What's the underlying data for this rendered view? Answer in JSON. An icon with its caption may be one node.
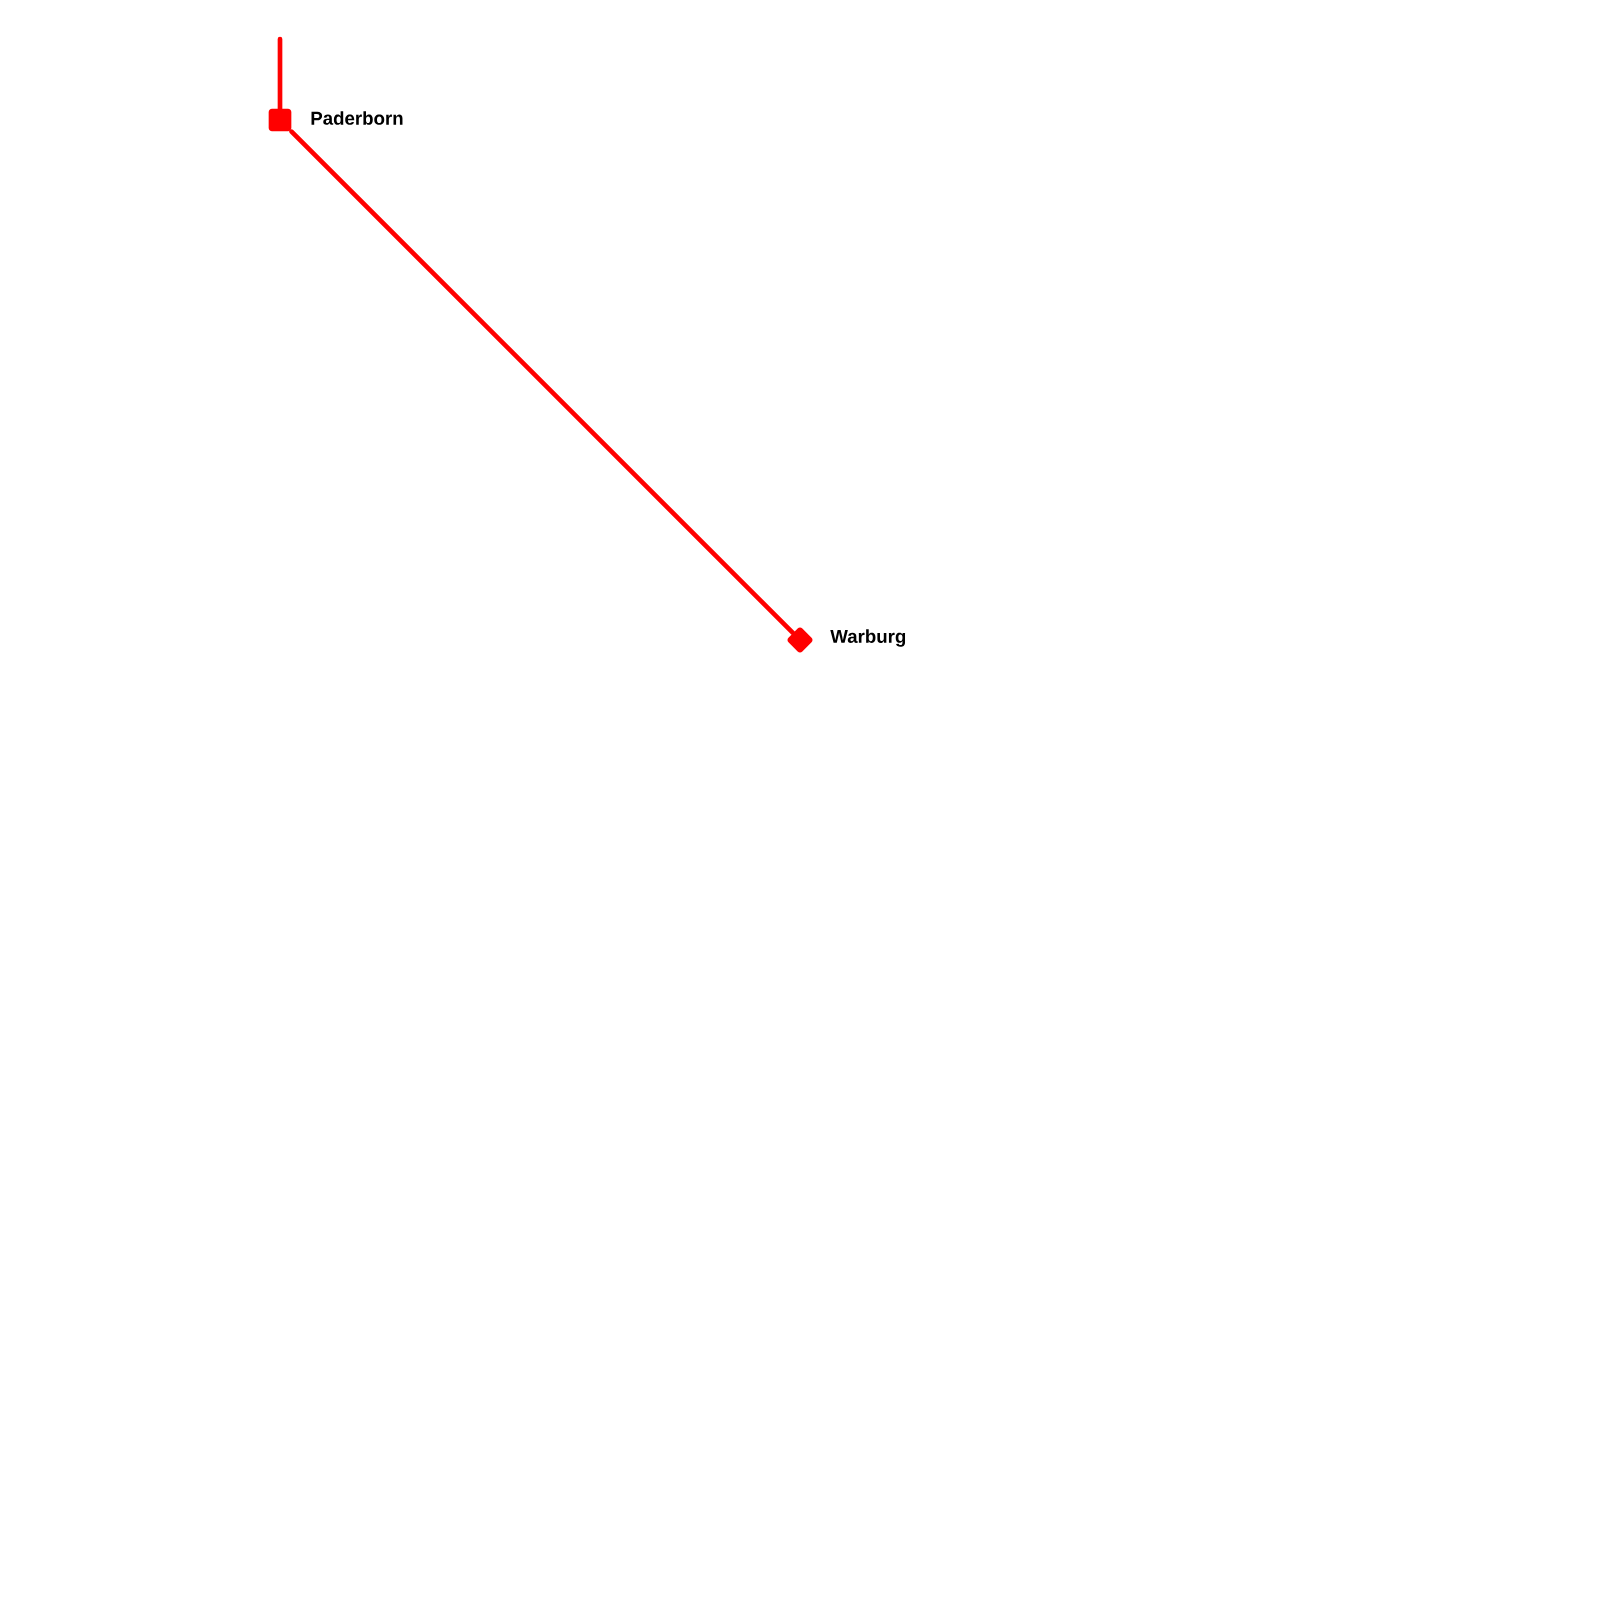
{
  "diagram": {
    "nodes": [
      {
        "text": [],
        "shape": "box",
        "beside": [
          "Paderborn"
        ]
      },
      {
        "text": [],
        "shape": "diamond",
        "beside": [
          "Warburg"
        ]
      }
    ],
    "edges": [
      {
        "from": null,
        "to": 0,
        "arrow": "none"
      },
      {
        "from": 0,
        "to": 1,
        "arrow": "none"
      }
    ]
  }
}
